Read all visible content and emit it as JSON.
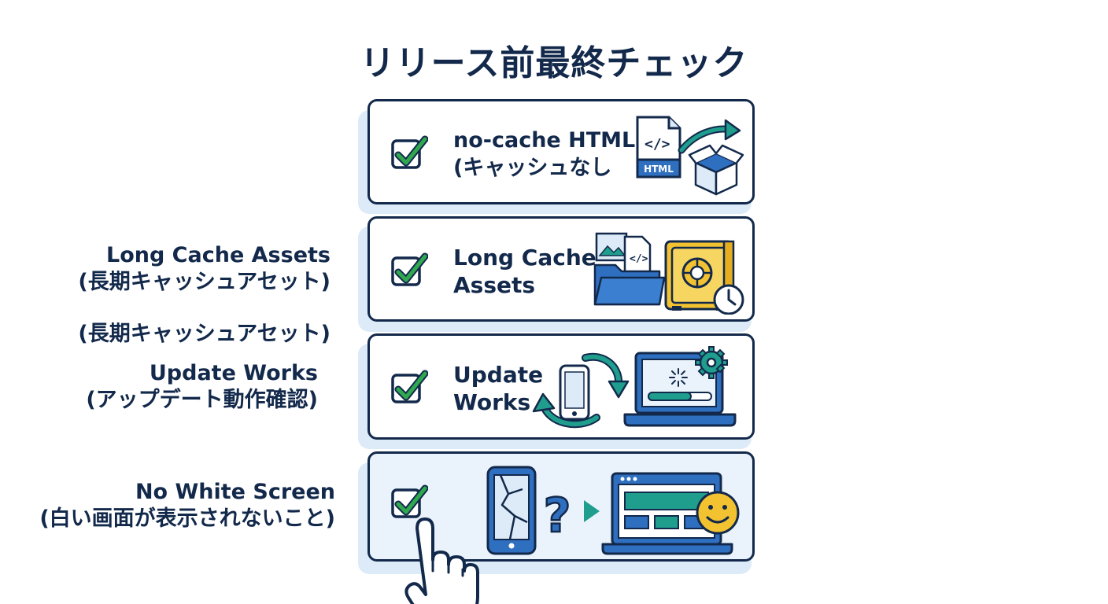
{
  "title": "リリース前最終チェック",
  "side_labels": {
    "long_cache": [
      "Long Cache Assets",
      "(長期キャッシュアセット)"
    ],
    "duplicate": "(長期キャッシュアセット)",
    "update": [
      "Update Works",
      "(アップデート動作確認)"
    ],
    "no_white": [
      "No White Screen",
      "(白い画面が表示されないこと)"
    ]
  },
  "cards": [
    {
      "lines": [
        "no-cache HTML",
        "(キャッシュなし"
      ],
      "icon": "html-file-to-box-icon",
      "file_label": "HTML",
      "checked": true
    },
    {
      "lines": [
        "Long Cache",
        "Assets"
      ],
      "icon": "folder-safe-clock-icon",
      "checked": true
    },
    {
      "lines": [
        "Update",
        "Works"
      ],
      "icon": "phone-sync-laptop-icon",
      "checked": true
    },
    {
      "lines": [],
      "icon": "broken-phone-to-browser-smile-icon",
      "checked": true
    }
  ],
  "colors": {
    "navy": "#13294b",
    "check_green": "#2fa84f",
    "blue": "#2f6fbf",
    "teal": "#1f9e8e",
    "gold": "#f2c230",
    "shadow": "#dcebf7"
  }
}
